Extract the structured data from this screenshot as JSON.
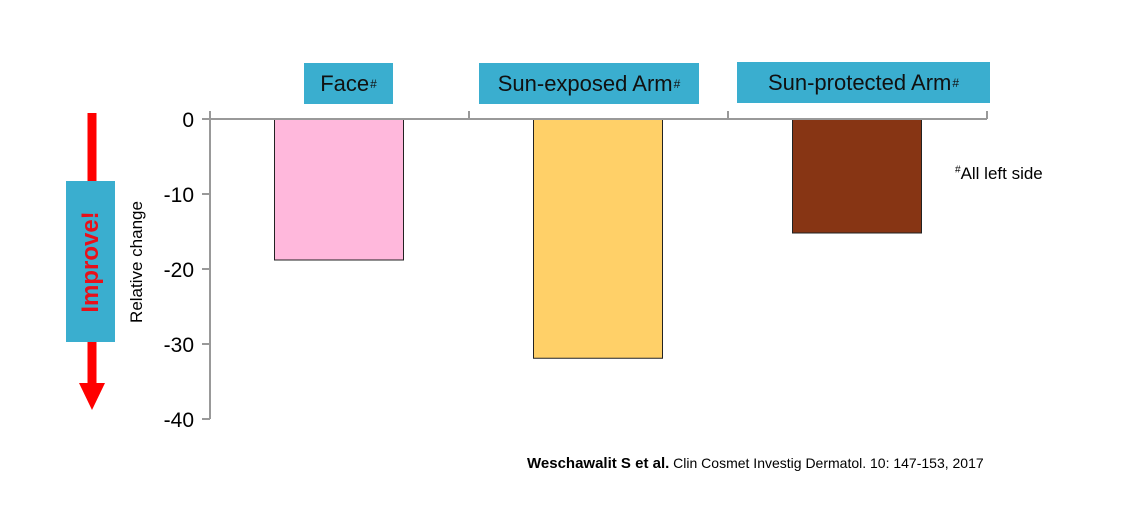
{
  "chart_data": {
    "type": "bar",
    "categories": [
      "Face",
      "Sun-exposed Arm",
      "Sun-protected Arm"
    ],
    "category_marker": "#",
    "values": [
      -18.8,
      -31.9,
      -15.2
    ],
    "colors": [
      "#ffb8dc",
      "#ffd068",
      "#873514"
    ],
    "ylabel": "Relative change",
    "ylim": [
      -40,
      0
    ],
    "yticks": [
      0,
      -10,
      -20,
      -30,
      -40
    ],
    "grid": false
  },
  "note": {
    "marker": "#",
    "text": "All left side"
  },
  "improve_label": "Improve!",
  "citation": {
    "authors": "Weschawalit S et al.",
    "source": "Clin Cosmet Investig Dermatol. 10: 147-153, 2017"
  }
}
